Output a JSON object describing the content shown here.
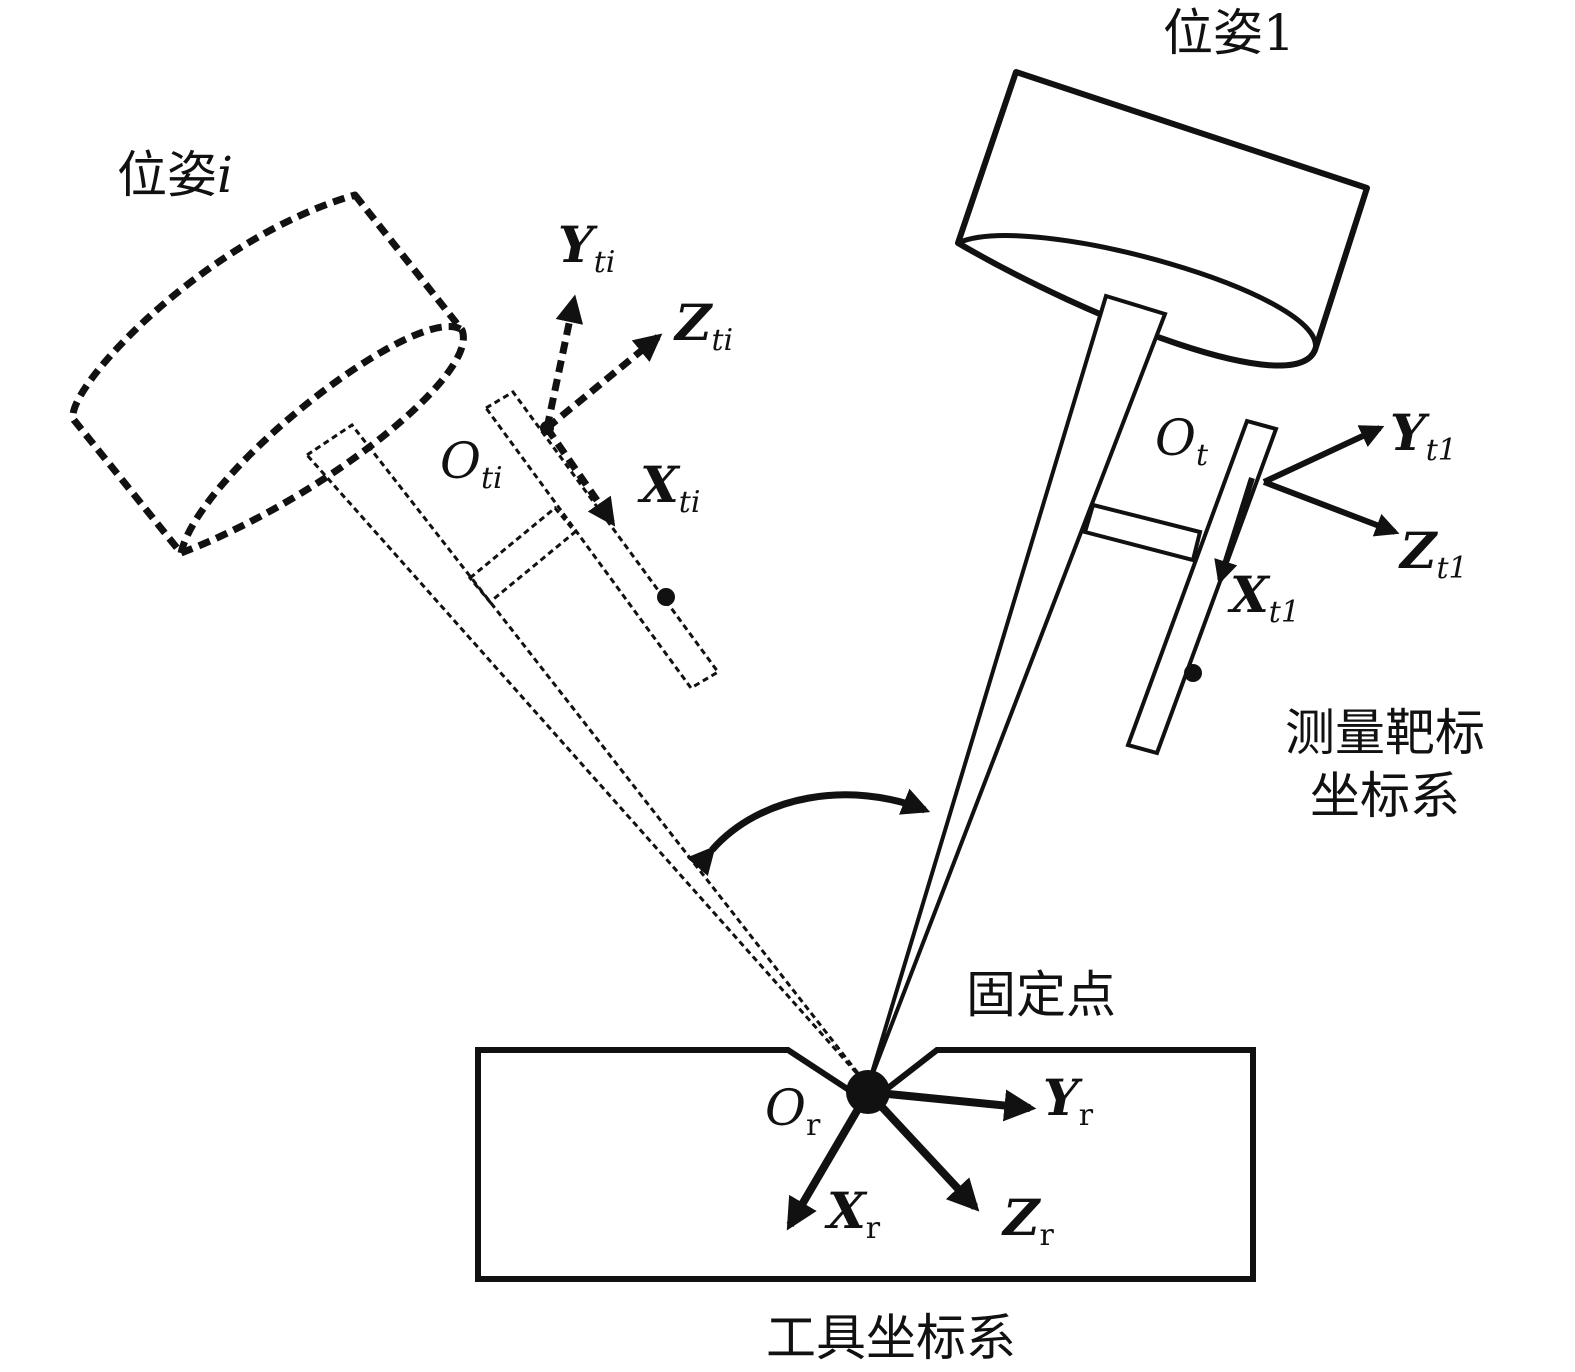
{
  "labels": {
    "pose_1": "位姿1",
    "pose_i_prefix": "位姿",
    "pose_i_suffix": "i",
    "target_frame_line1": "测量靶标",
    "target_frame_line2": "坐标系",
    "fixed_point": "固定点",
    "tool_frame": "工具坐标系"
  },
  "axes": {
    "pose_i": {
      "origin": "O",
      "origin_sub": "ti",
      "x": "X",
      "x_sub": "ti",
      "y": "Y",
      "y_sub": "ti",
      "z": "Z",
      "z_sub": "ti"
    },
    "pose_1": {
      "origin": "O",
      "origin_sub": "t",
      "x": "X",
      "x_sub": "t1",
      "y": "Y",
      "y_sub": "t1",
      "z": "Z",
      "z_sub": "t1"
    },
    "tool": {
      "origin": "O",
      "origin_sub": "r",
      "x": "X",
      "x_sub": "r",
      "y": "Y",
      "y_sub": "r",
      "z": "Z",
      "z_sub": "r"
    }
  },
  "colors": {
    "line": "#111111",
    "background": "#ffffff"
  }
}
